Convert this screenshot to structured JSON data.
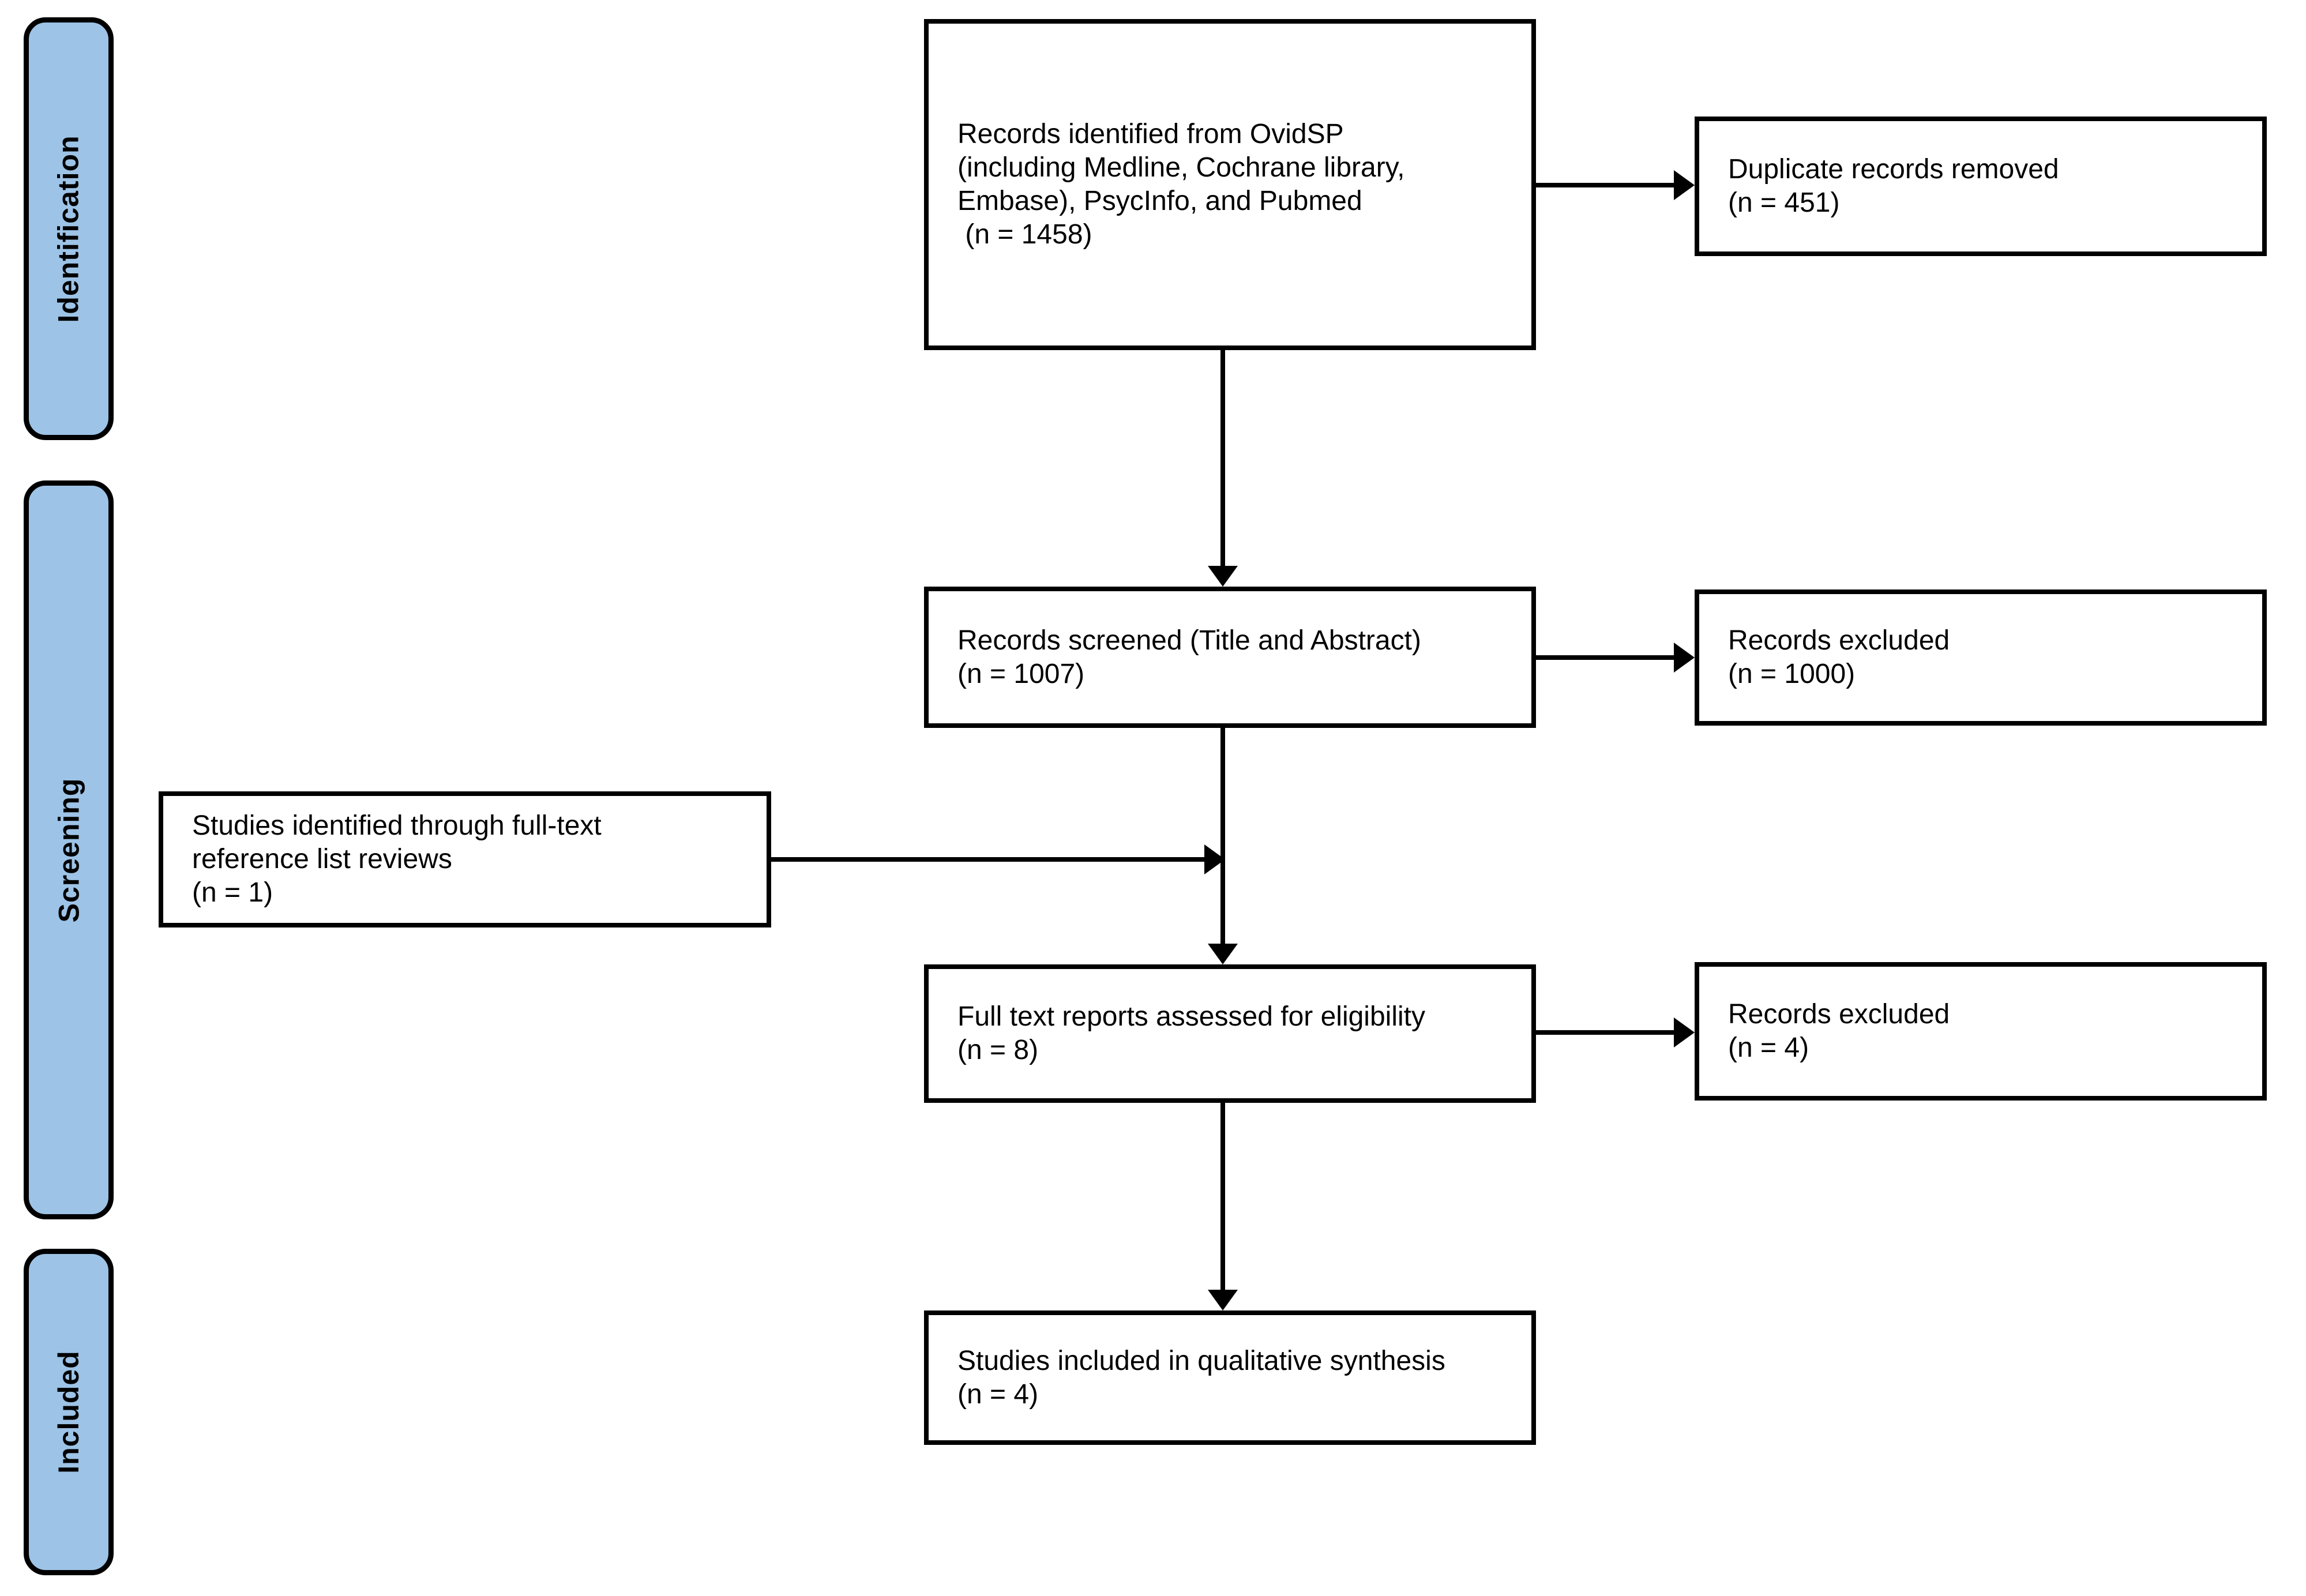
{
  "diagram": {
    "type": "prisma-flow",
    "colors": {
      "stage_fill": "#9DC3E6",
      "line": "#000000",
      "background": "#FFFFFF",
      "text": "#000000"
    },
    "stages": [
      {
        "label": "Identification"
      },
      {
        "label": "Screening"
      },
      {
        "label": "Included"
      }
    ],
    "boxes": {
      "identified": {
        "lines": [
          "Records identified from OvidSP",
          "(including Medline, Cochrane library,",
          "Embase), PsycInfo, and Pubmed",
          " (n = 1458)"
        ]
      },
      "duplicates_removed": {
        "lines": [
          "Duplicate records removed",
          "(n = 451)"
        ]
      },
      "screened": {
        "lines": [
          "Records screened (Title and Abstract)",
          "(n = 1007)"
        ]
      },
      "excluded_screening": {
        "lines": [
          "Records excluded",
          "(n = 1000)"
        ]
      },
      "reference_reviews": {
        "lines": [
          "Studies identified through full-text",
          "reference list reviews",
          "(n = 1)"
        ]
      },
      "fulltext_assessed": {
        "lines": [
          "Full text reports assessed for eligibility",
          "(n = 8)"
        ]
      },
      "excluded_fulltext": {
        "lines": [
          "Records excluded",
          "(n = 4)"
        ]
      },
      "qualitative_synthesis": {
        "lines": [
          "Studies included in qualitative synthesis",
          "(n = 4)"
        ]
      }
    },
    "edges": [
      {
        "from": "identified",
        "to": "duplicates_removed"
      },
      {
        "from": "identified",
        "to": "screened"
      },
      {
        "from": "screened",
        "to": "excluded_screening"
      },
      {
        "from": "screened",
        "to": "fulltext_assessed"
      },
      {
        "from": "reference_reviews",
        "to": "fulltext_assessed"
      },
      {
        "from": "fulltext_assessed",
        "to": "excluded_fulltext"
      },
      {
        "from": "fulltext_assessed",
        "to": "qualitative_synthesis"
      }
    ]
  }
}
